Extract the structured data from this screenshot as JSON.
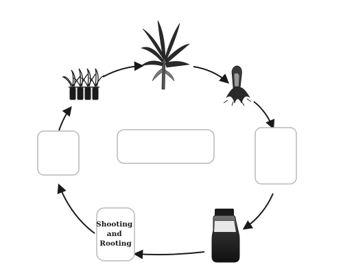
{
  "diagram": {
    "type": "cycle",
    "nodes": [
      {
        "id": "banana-plant",
        "kind": "illustration",
        "text": ""
      },
      {
        "id": "explant",
        "kind": "illustration",
        "text": ""
      },
      {
        "id": "blank-right",
        "kind": "empty-box",
        "text": ""
      },
      {
        "id": "culture-jar",
        "kind": "illustration",
        "text": ""
      },
      {
        "id": "shooting-rooting",
        "kind": "label-box",
        "text": [
          "Shooting",
          "and",
          "Rooting"
        ]
      },
      {
        "id": "blank-left",
        "kind": "empty-box",
        "text": ""
      },
      {
        "id": "plantlets",
        "kind": "illustration",
        "text": ""
      },
      {
        "id": "blank-center",
        "kind": "empty-box",
        "text": ""
      }
    ],
    "colors": {
      "ink": "#1a1a1a",
      "box_stroke": "#b8b8b8",
      "jar_dark": "#2a2a2a"
    }
  }
}
